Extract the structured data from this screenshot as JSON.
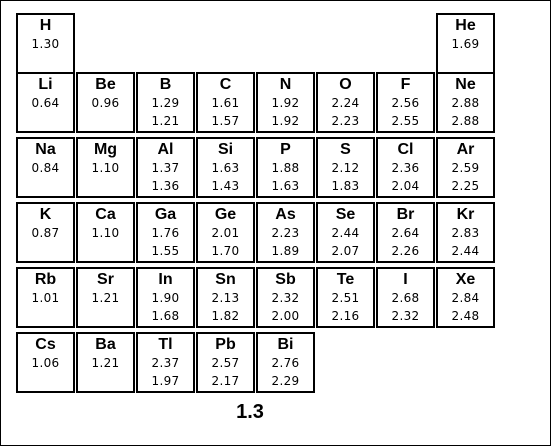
{
  "periods": [
    [
      {
        "symbol": "H",
        "v1": "1.30",
        "v2": ""
      },
      {
        "symbol": "He",
        "v1": "1.69",
        "v2": ""
      }
    ],
    [
      {
        "symbol": "Li",
        "v1": "0.64",
        "v2": ""
      },
      {
        "symbol": "Be",
        "v1": "0.96",
        "v2": ""
      },
      {
        "symbol": "B",
        "v1": "1.29",
        "v2": "1.21"
      },
      {
        "symbol": "C",
        "v1": "1.61",
        "v2": "1.57"
      },
      {
        "symbol": "N",
        "v1": "1.92",
        "v2": "1.92"
      },
      {
        "symbol": "O",
        "v1": "2.24",
        "v2": "2.23"
      },
      {
        "symbol": "F",
        "v1": "2.56",
        "v2": "2.55"
      },
      {
        "symbol": "Ne",
        "v1": "2.88",
        "v2": "2.88"
      }
    ],
    [
      {
        "symbol": "Na",
        "v1": "0.84",
        "v2": ""
      },
      {
        "symbol": "Mg",
        "v1": "1.10",
        "v2": ""
      },
      {
        "symbol": "Al",
        "v1": "1.37",
        "v2": "1.36"
      },
      {
        "symbol": "Si",
        "v1": "1.63",
        "v2": "1.43"
      },
      {
        "symbol": "P",
        "v1": "1.88",
        "v2": "1.63"
      },
      {
        "symbol": "S",
        "v1": "2.12",
        "v2": "1.83"
      },
      {
        "symbol": "Cl",
        "v1": "2.36",
        "v2": "2.04"
      },
      {
        "symbol": "Ar",
        "v1": "2.59",
        "v2": "2.25"
      }
    ],
    [
      {
        "symbol": "K",
        "v1": "0.87",
        "v2": ""
      },
      {
        "symbol": "Ca",
        "v1": "1.10",
        "v2": ""
      },
      {
        "symbol": "Ga",
        "v1": "1.76",
        "v2": "1.55"
      },
      {
        "symbol": "Ge",
        "v1": "2.01",
        "v2": "1.70"
      },
      {
        "symbol": "As",
        "v1": "2.23",
        "v2": "1.89"
      },
      {
        "symbol": "Se",
        "v1": "2.44",
        "v2": "2.07"
      },
      {
        "symbol": "Br",
        "v1": "2.64",
        "v2": "2.26"
      },
      {
        "symbol": "Kr",
        "v1": "2.83",
        "v2": "2.44"
      }
    ],
    [
      {
        "symbol": "Rb",
        "v1": "1.01",
        "v2": ""
      },
      {
        "symbol": "Sr",
        "v1": "1.21",
        "v2": ""
      },
      {
        "symbol": "In",
        "v1": "1.90",
        "v2": "1.68"
      },
      {
        "symbol": "Sn",
        "v1": "2.13",
        "v2": "1.82"
      },
      {
        "symbol": "Sb",
        "v1": "2.32",
        "v2": "2.00"
      },
      {
        "symbol": "Te",
        "v1": "2.51",
        "v2": "2.16"
      },
      {
        "symbol": "I",
        "v1": "2.68",
        "v2": "2.32"
      },
      {
        "symbol": "Xe",
        "v1": "2.84",
        "v2": "2.48"
      }
    ],
    [
      {
        "symbol": "Cs",
        "v1": "1.06",
        "v2": ""
      },
      {
        "symbol": "Ba",
        "v1": "1.21",
        "v2": ""
      },
      {
        "symbol": "Tl",
        "v1": "2.37",
        "v2": "1.97"
      },
      {
        "symbol": "Pb",
        "v1": "2.57",
        "v2": "2.17"
      },
      {
        "symbol": "Bi",
        "v1": "2.76",
        "v2": "2.29"
      }
    ]
  ],
  "caption": "1.3"
}
